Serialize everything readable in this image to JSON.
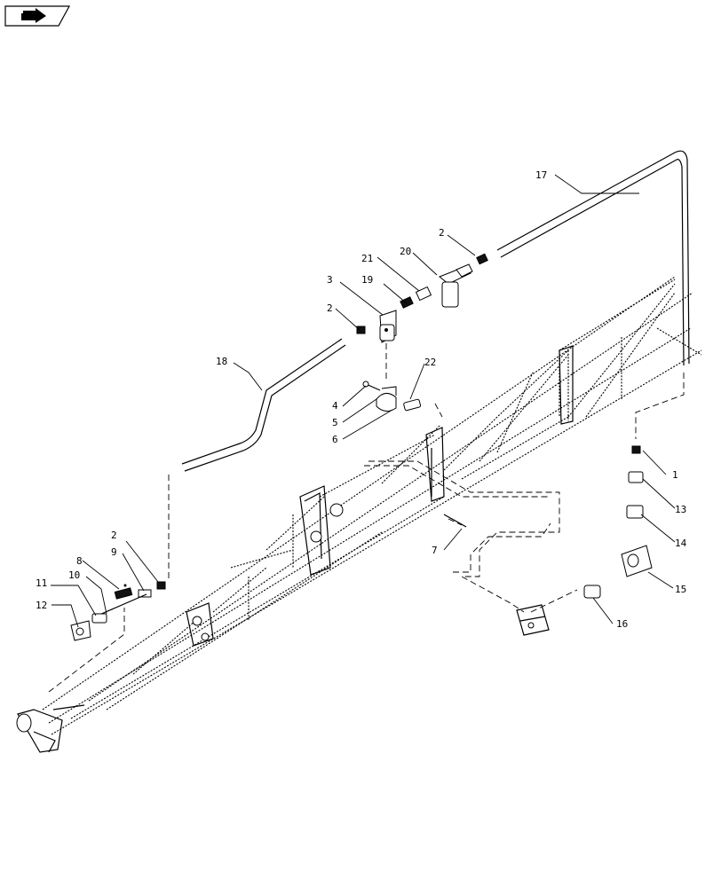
{
  "nav_tag": {
    "icon": "arrow-tag-icon"
  },
  "callouts": [
    {
      "id": "c1",
      "label": "1"
    },
    {
      "id": "c2a",
      "label": "2"
    },
    {
      "id": "c2b",
      "label": "2"
    },
    {
      "id": "c2c",
      "label": "2"
    },
    {
      "id": "c3",
      "label": "3"
    },
    {
      "id": "c4",
      "label": "4"
    },
    {
      "id": "c5",
      "label": "5"
    },
    {
      "id": "c6",
      "label": "6"
    },
    {
      "id": "c7",
      "label": "7"
    },
    {
      "id": "c8",
      "label": "8"
    },
    {
      "id": "c9",
      "label": "9"
    },
    {
      "id": "c10",
      "label": "10"
    },
    {
      "id": "c11",
      "label": "11"
    },
    {
      "id": "c12",
      "label": "12"
    },
    {
      "id": "c13",
      "label": "13"
    },
    {
      "id": "c14",
      "label": "14"
    },
    {
      "id": "c15",
      "label": "15"
    },
    {
      "id": "c16",
      "label": "16"
    },
    {
      "id": "c17",
      "label": "17"
    },
    {
      "id": "c18",
      "label": "18"
    },
    {
      "id": "c19",
      "label": "19"
    },
    {
      "id": "c20",
      "label": "20"
    },
    {
      "id": "c21",
      "label": "21"
    },
    {
      "id": "c22",
      "label": "22"
    }
  ]
}
